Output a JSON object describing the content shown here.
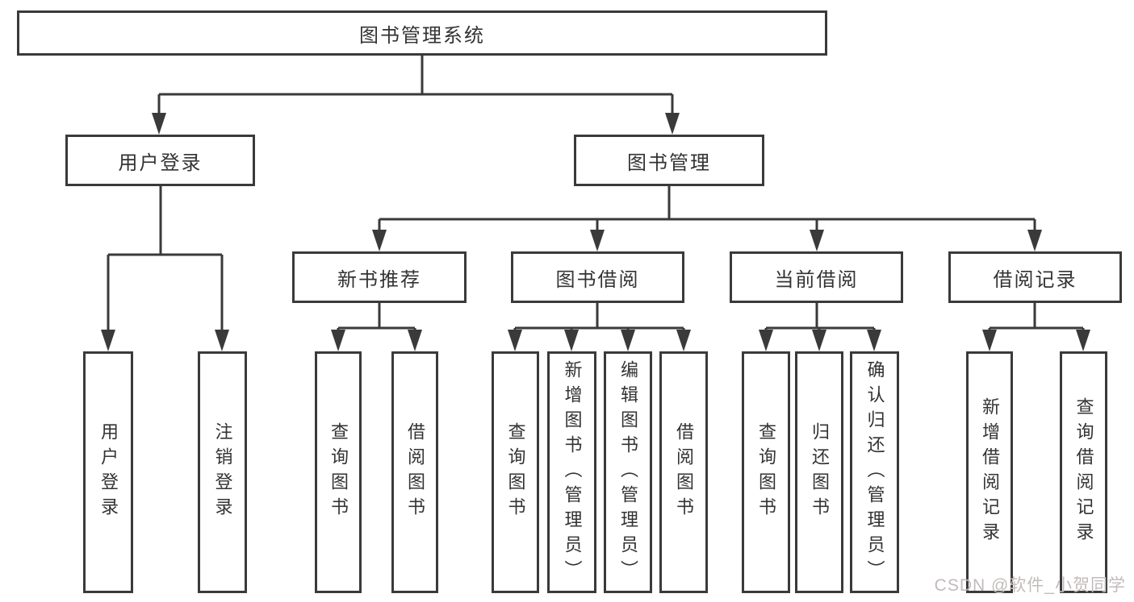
{
  "watermark": "CSDN @软件_小贺同学",
  "colors": {
    "line": "#3a3a3a",
    "box_border": "#3a3a3a",
    "text": "#333333",
    "background": "#ffffff",
    "watermark": "#c3bbbb"
  },
  "tree": {
    "label": "图书管理系统",
    "children": [
      {
        "label": "用户登录",
        "children": [
          {
            "label": "用户登录"
          },
          {
            "label": "注销登录"
          }
        ]
      },
      {
        "label": "图书管理",
        "children": [
          {
            "label": "新书推荐",
            "children": [
              {
                "label": "查询图书"
              },
              {
                "label": "借阅图书"
              }
            ]
          },
          {
            "label": "图书借阅",
            "children": [
              {
                "label": "查询图书"
              },
              {
                "label": "新增图书（管理员）"
              },
              {
                "label": "编辑图书（管理员）"
              },
              {
                "label": "借阅图书"
              }
            ]
          },
          {
            "label": "当前借阅",
            "children": [
              {
                "label": "查询图书"
              },
              {
                "label": "归还图书"
              },
              {
                "label": "确认归还（管理员）"
              }
            ]
          },
          {
            "label": "借阅记录",
            "children": [
              {
                "label": "新增借阅记录"
              },
              {
                "label": "查询借阅记录"
              }
            ]
          }
        ]
      }
    ]
  }
}
